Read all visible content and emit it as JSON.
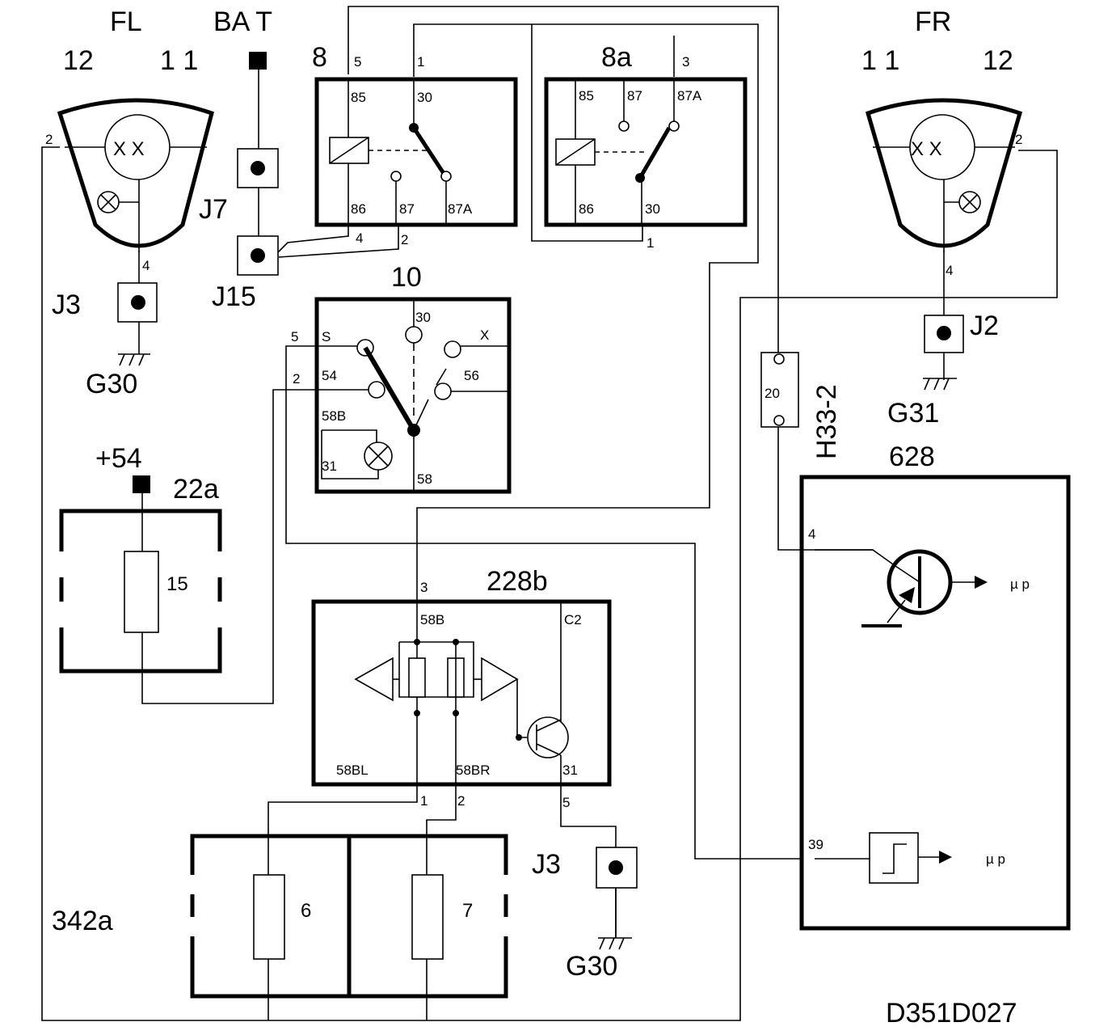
{
  "labels": {
    "fl": "FL",
    "bat": "BA  T",
    "fr": "FR",
    "fl_12": "12",
    "fl_11": "1 1",
    "fr_11": "1 1",
    "fr_12": "12",
    "relay8": "8",
    "relay8a": "8a",
    "switch10": "10",
    "j7": "J7",
    "j15": "J15",
    "j3_top": "J3",
    "g30_top": "G30",
    "j2": "J2",
    "g31": "G31",
    "h33": "H33-2",
    "plus54": "+54",
    "fuse22a": "22a",
    "fuse15": "15",
    "module228b": "228b",
    "module628": "628",
    "j3_bottom": "J3",
    "g30_bottom": "G30",
    "fuse342a": "342a",
    "fuse6": "6",
    "fuse7": "7",
    "code": "D351D027"
  },
  "pins": {
    "fl_2": "2",
    "fl_4": "4",
    "r8_5": "5",
    "r8_1": "1",
    "r8_85": "85",
    "r8_30": "30",
    "r8_86": "86",
    "r8_87": "87",
    "r8_87a": "87A",
    "r8_4": "4",
    "r8_2": "2",
    "r8a_3": "3",
    "r8a_85": "85",
    "r8a_87": "87",
    "r8a_87a": "87A",
    "r8a_86": "86",
    "r8a_30": "30",
    "r8a_1": "1",
    "fr_2": "2",
    "fr_4": "4",
    "sw_30": "30",
    "sw_x": "X",
    "sw_5": "5",
    "sw_s": "S",
    "sw_2": "2",
    "sw_54": "54",
    "sw_56": "56",
    "sw_58b": "58B",
    "sw_31": "31",
    "sw_58": "58",
    "h33_20": "20",
    "m628_4": "4",
    "m628_39": "39",
    "m628_up1": "µ p",
    "m628_up2": "µ p",
    "m228_3": "3",
    "m228_58b": "58B",
    "m228_c2": "C2",
    "m228_58bl": "58BL",
    "m228_58br": "58BR",
    "m228_31": "31",
    "m228_1": "1",
    "m228_2": "2",
    "m228_5": "5"
  }
}
